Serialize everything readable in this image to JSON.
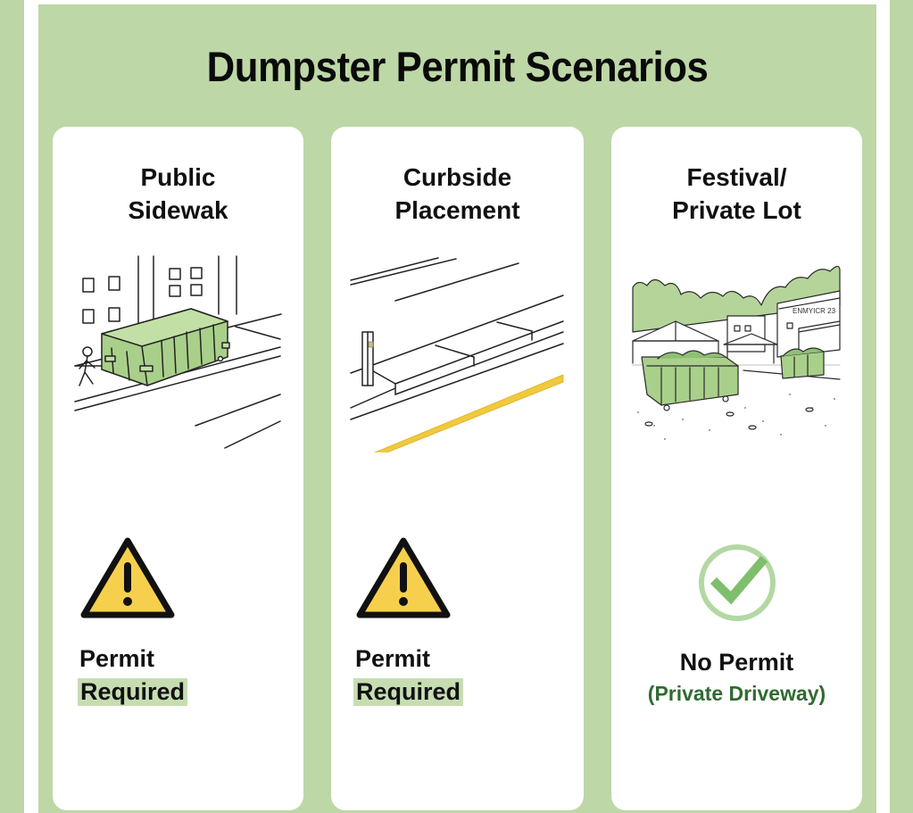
{
  "title": "Dumpster Permit Scenarios",
  "colors": {
    "background_green": "#bdd7a6",
    "card_bg": "#ffffff",
    "dumpster_green": "#a9d08a",
    "warning_yellow": "#f6d04d",
    "check_green": "#8cc67a",
    "highlight_green": "#c6ddb2",
    "sub_text_green": "#2f6b2f",
    "curb_yellow": "#f0c93e"
  },
  "cards": [
    {
      "title_line1": "Public",
      "title_line2": "Sidewak",
      "illustration": "dumpster-on-sidewalk-with-pedestrian",
      "icon": "warning-icon",
      "status_line1": "Permit",
      "status_line2": "Required"
    },
    {
      "title_line1": "Curbside",
      "title_line2": "Placement",
      "illustration": "curb-with-yellow-line-and-post",
      "icon": "warning-icon",
      "status_line1": "Permit",
      "status_line2": "Required"
    },
    {
      "title_line1": "Festival/",
      "title_line2": "Private Lot",
      "illustration": "dumpsters-in-festival-lot",
      "sign_text": "ENMYICR 23",
      "icon": "check-circle-icon",
      "status_line1": "No Permit",
      "status_line2": "(Private Driveway)"
    }
  ]
}
